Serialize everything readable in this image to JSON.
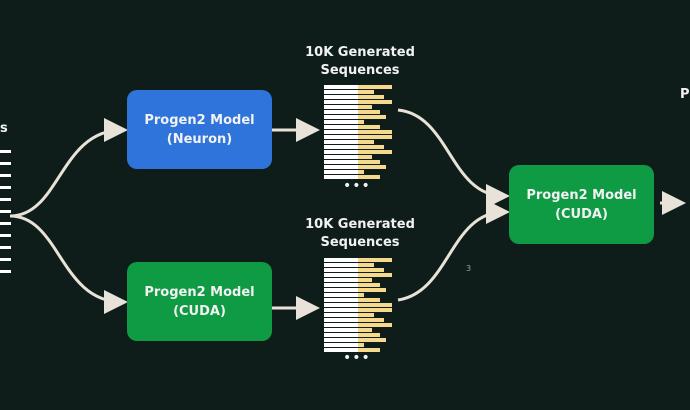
{
  "colors": {
    "background": "#0f1d1a",
    "neuron": "#2f74db",
    "cuda": "#0f9a44",
    "arrow": "#e8e2d8",
    "seq_white": "#ffffff",
    "seq_yellow": "#f5d98c"
  },
  "left_partial_label": "s",
  "right_partial_label": "P",
  "nodes": {
    "neuron_model": {
      "line1": "Progen2 Model",
      "line2": "(Neuron)"
    },
    "cuda_model_bottom": {
      "line1": "Progen2 Model",
      "line2": "(CUDA)"
    },
    "cuda_model_right": {
      "line1": "Progen2 Model",
      "line2": "(CUDA)"
    }
  },
  "sequence_groups": [
    {
      "title_line1": "10K Generated",
      "title_line2": "Sequences",
      "ellipsis": "•••"
    },
    {
      "title_line1": "10K Generated",
      "title_line2": "Sequences",
      "ellipsis": "•••"
    }
  ],
  "annotation": "3"
}
